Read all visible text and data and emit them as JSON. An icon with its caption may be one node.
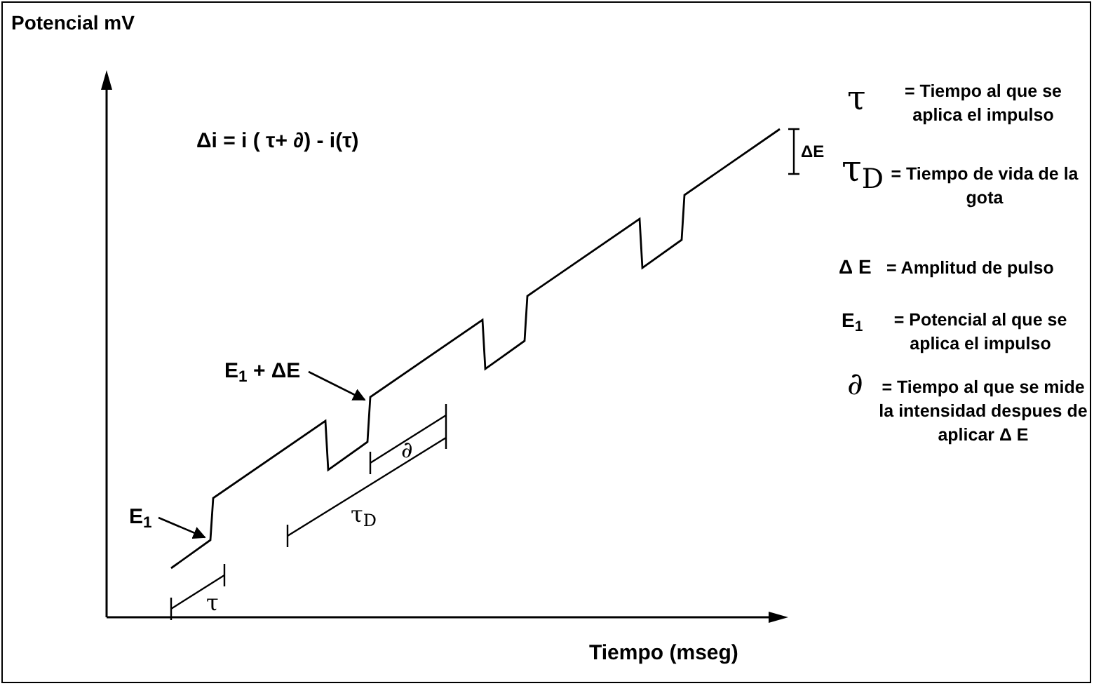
{
  "diagram": {
    "nodes": [
      {
        "text": [
          "E$_{1}$ + ΔE"
        ]
      },
      {
        "text": [
          "E$_{1}$"
        ]
      }
    ],
    "edges": [
      {
        "from": 0,
        "to": null,
        "arrow": "to"
      },
      {
        "from": 1,
        "to": null,
        "arrow": "to"
      }
    ],
    "labels": [
      "Potencial mV",
      "Δi = i ( τ+ ∂) - i(τ)",
      "τ",
      "= Tiempo al que se aplica el impulso",
      "ΔE",
      "τ$_{D}$",
      "= Tiempo de vida de la gota",
      "Δ E",
      "= Amplitud de pulso",
      "E$_{1}$",
      "= Potencial al que se aplica el impulso",
      "∂",
      "= Tiempo al que se mide la intensidad despues de aplicar Δ E",
      "∂",
      "τ$_{D}$",
      "τ",
      "Tiempo (mseg)"
    ]
  }
}
